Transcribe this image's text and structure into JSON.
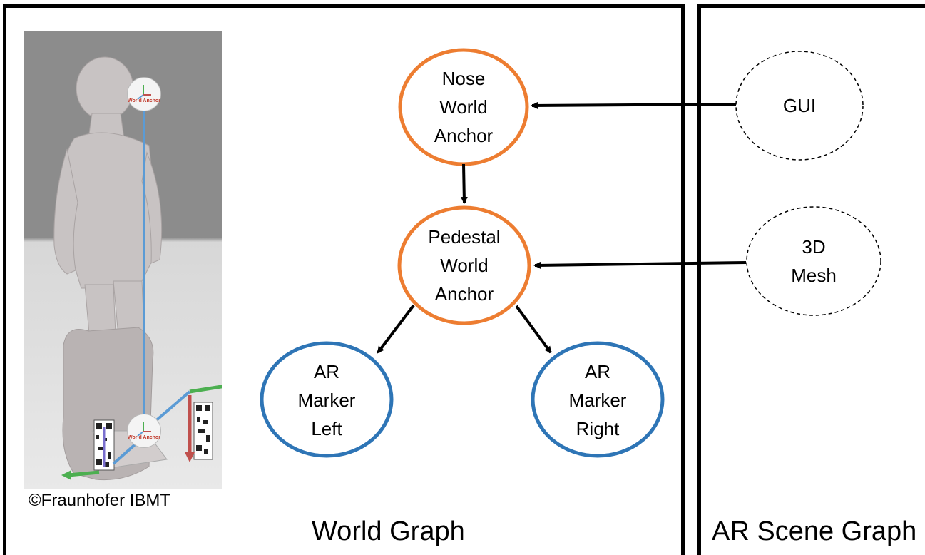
{
  "panels": {
    "world_title": "World Graph",
    "scene_title": "AR Scene Graph"
  },
  "photo": {
    "copyright": "©Fraunhofer IBMT",
    "badge_top_label": "World Anchor",
    "badge_bottom_label": "World Anchor"
  },
  "nodes": {
    "nose": "Nose\nWorld\nAnchor",
    "pedestal": "Pedestal\nWorld\nAnchor",
    "marker_left": "AR\nMarker\nLeft",
    "marker_right": "AR\nMarker\nRight",
    "gui": "GUI",
    "mesh": "3D\nMesh"
  },
  "colors": {
    "world_anchor": "#ED7D31",
    "ar_marker": "#2E75B6",
    "scene_node": "#000000",
    "photo_arrow_blue": "#5B9BD5",
    "photo_arrow_green": "#4CAF50",
    "photo_arrow_red": "#C0504D"
  }
}
